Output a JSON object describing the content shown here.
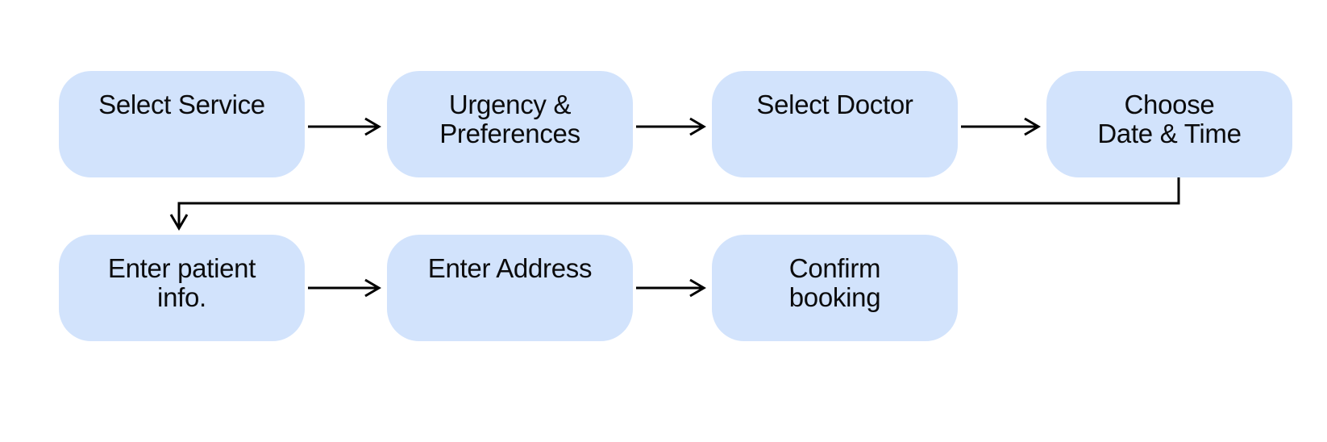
{
  "diagram": {
    "type": "flowchart",
    "colors": {
      "node_fill": "#d2e3fc",
      "node_text": "#0b0b0c",
      "connector": "#000000",
      "background": "#ffffff"
    },
    "nodes": [
      {
        "id": "select-service",
        "label": "Select Service"
      },
      {
        "id": "urgency-preferences",
        "label": "Urgency &\nPreferences"
      },
      {
        "id": "select-doctor",
        "label": "Select Doctor"
      },
      {
        "id": "choose-date-time",
        "label": "Choose\nDate & Time"
      },
      {
        "id": "enter-patient-info",
        "label": "Enter patient\ninfo."
      },
      {
        "id": "enter-address",
        "label": "Enter Address"
      },
      {
        "id": "confirm-booking",
        "label": "Confirm\nbooking"
      }
    ],
    "connections": [
      {
        "from": "select-service",
        "to": "urgency-preferences",
        "style": "straight-arrow"
      },
      {
        "from": "urgency-preferences",
        "to": "select-doctor",
        "style": "straight-arrow"
      },
      {
        "from": "select-doctor",
        "to": "choose-date-time",
        "style": "straight-arrow"
      },
      {
        "from": "choose-date-time",
        "to": "enter-patient-info",
        "style": "elbow-arrow"
      },
      {
        "from": "enter-patient-info",
        "to": "enter-address",
        "style": "straight-arrow"
      },
      {
        "from": "enter-address",
        "to": "confirm-booking",
        "style": "straight-arrow"
      }
    ]
  }
}
